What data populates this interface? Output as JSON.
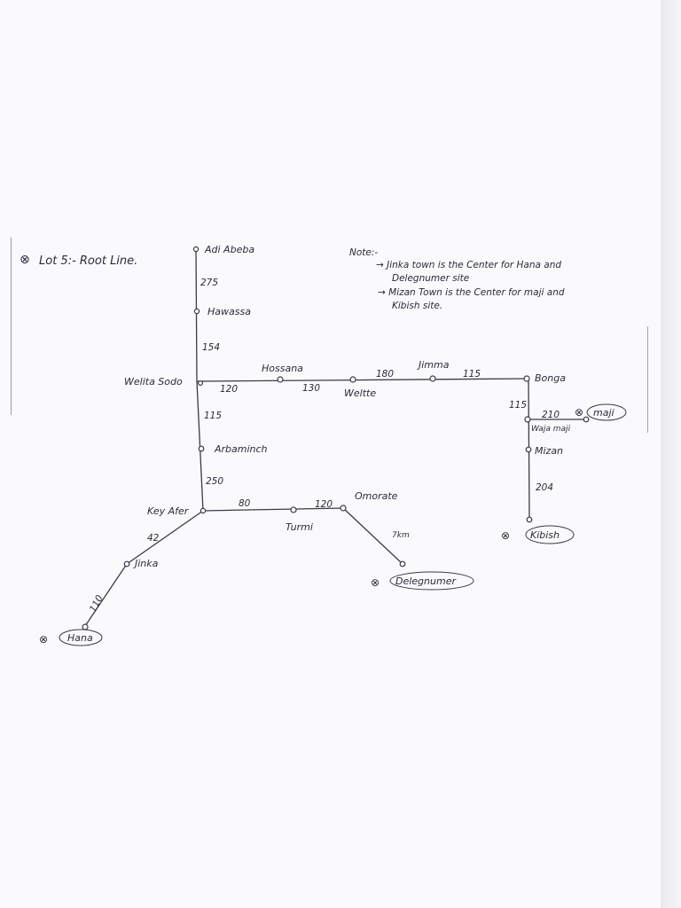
{
  "title": "Lot 5:- Root Line.",
  "note": {
    "heading": "Note:-",
    "lines": [
      "→ Jinka town is the Center for Hana and",
      "Delegnumer site",
      "→ Mizan Town is the Center for maji and",
      "Kibish site."
    ]
  },
  "towns": {
    "adi_abeba": "Adi Abeba",
    "hawassa": "Hawassa",
    "welita_sodo": "Welita Sodo",
    "hossana": "Hossana",
    "weltte": "Weltte",
    "jimma": "Jimma",
    "bonga": "Bonga",
    "waja_maji": "Waja maji",
    "maji": "maji",
    "mizan": "Mizan",
    "kibish": "Kibish",
    "arbaminch": "Arbaminch",
    "key_afer": "Key Afer",
    "turmi": "Turmi",
    "omorate": "Omorate",
    "delegnumer": "Delegnumer",
    "jinka": "Jinka",
    "hana": "Hana"
  },
  "distances": {
    "adi_hawassa": "275",
    "hawassa_sodo": "154",
    "sodo_hossana": "120",
    "hossana_weltte": "130",
    "weltte_jimma": "180",
    "jimma_bonga": "115",
    "bonga_waja": "115",
    "waja_maji": "210",
    "mizan_kibish": "204",
    "sodo_arbaminch": "115",
    "arbaminch_keyafer": "250",
    "keyafer_turmi": "80",
    "turmi_omorate": "120",
    "omorate_delegnumer": "7km",
    "keyafer_jinka": "42",
    "jinka_hana": "110"
  },
  "site_marker_symbol": "⊗"
}
